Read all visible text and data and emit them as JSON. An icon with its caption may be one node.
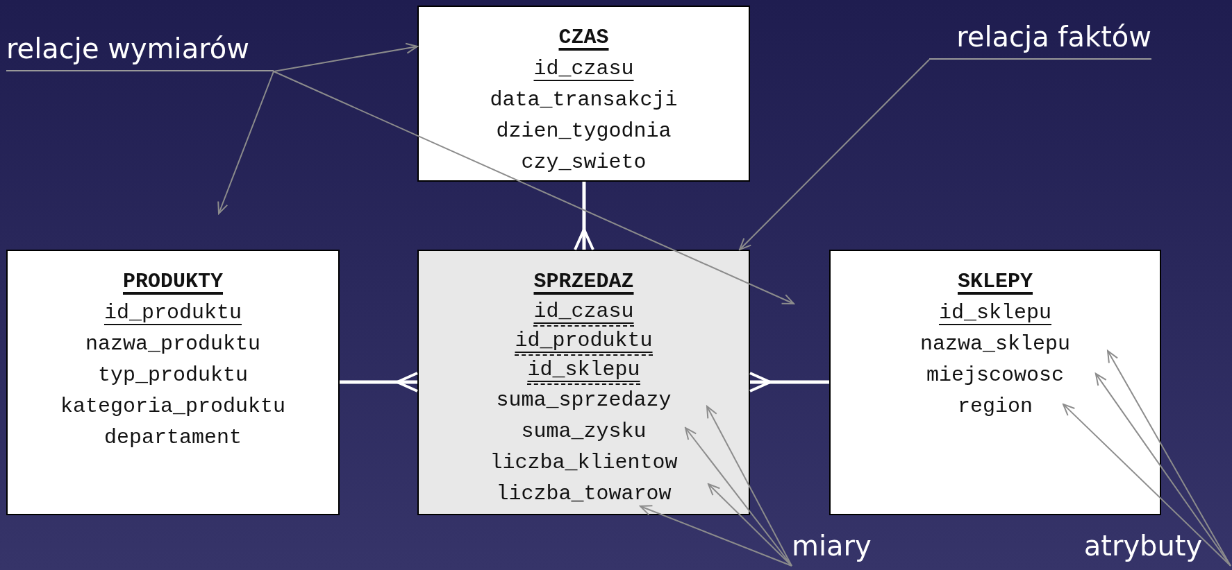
{
  "diagram": {
    "nodes": [
      {
        "text": [
          "CZAS",
          "id_czasu",
          "data_transakcji",
          "dzien_tygodnia",
          "czy_swieto"
        ]
      },
      {
        "text": [
          "PRODUKTY",
          "id_produktu",
          "nazwa_produktu",
          "typ_produktu",
          "kategoria_produktu",
          "departament"
        ]
      },
      {
        "text": [
          "SPRZEDAZ",
          "id_czasu",
          "id_produktu",
          "id_sklepu",
          "suma_sprzedazy",
          "suma_zysku",
          "liczba_klientow",
          "liczba_towarow"
        ]
      },
      {
        "text": [
          "SKLEPY",
          "id_sklepu",
          "nazwa_sklepu",
          "miejscowosc",
          "region"
        ]
      },
      {
        "text": [
          "relacje wymiarów"
        ]
      },
      {
        "text": [
          "relacja faktów"
        ]
      },
      {
        "text": [
          "miary"
        ]
      },
      {
        "text": [
          "atrybuty"
        ]
      }
    ],
    "edges": [
      {
        "from": 0,
        "to": 2,
        "arrow": "other",
        "style": "thick",
        "color": "#ffffff"
      },
      {
        "from": 1,
        "to": 2,
        "arrow": "other",
        "style": "thick",
        "color": "#ffffff"
      },
      {
        "from": 3,
        "to": 2,
        "arrow": "other",
        "style": "thick",
        "color": "#ffffff"
      },
      {
        "from": 4,
        "to": 0,
        "arrow": "to"
      },
      {
        "from": 4,
        "to": null,
        "arrow": "to"
      },
      {
        "from": 4,
        "to": null,
        "arrow": "to"
      },
      {
        "from": 5,
        "to": 2,
        "arrow": "to"
      },
      {
        "from": 6,
        "to": 2,
        "arrow": "to"
      },
      {
        "from": 6,
        "to": 2,
        "arrow": "to"
      },
      {
        "from": 6,
        "to": 2,
        "arrow": "to"
      },
      {
        "from": 6,
        "to": 2,
        "arrow": "to"
      },
      {
        "from": 7,
        "to": 3,
        "arrow": "to"
      },
      {
        "from": 7,
        "to": 3,
        "arrow": "to"
      },
      {
        "from": 7,
        "to": 3,
        "arrow": "to"
      }
    ]
  }
}
